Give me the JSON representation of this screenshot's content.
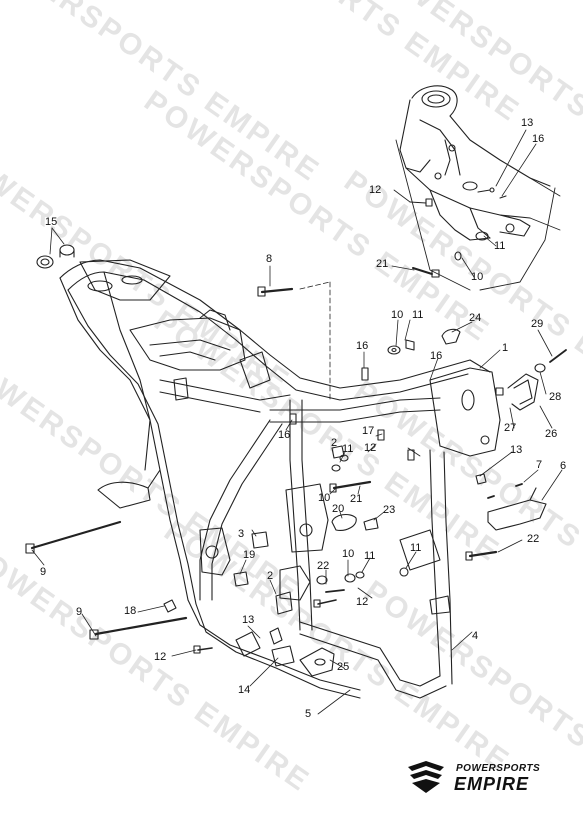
{
  "watermark": "POWERSPORTS EMPIRE",
  "brand": {
    "line1": "POWERSPORTS",
    "line2": "EMPIRE"
  },
  "callouts": [
    "1",
    "2",
    "3",
    "4",
    "5",
    "6",
    "7",
    "8",
    "9",
    "10",
    "11",
    "12",
    "13",
    "14",
    "15",
    "16",
    "17",
    "18",
    "19",
    "20",
    "21",
    "22",
    "23",
    "24",
    "25",
    "26",
    "27",
    "28",
    "29"
  ],
  "labels": {
    "n1": "1",
    "n2a": "2",
    "n2b": "2",
    "n3": "3",
    "n4": "4",
    "n5": "5",
    "n6": "6",
    "n7": "7",
    "n8": "8",
    "n9a": "9",
    "n9b": "9",
    "n10a": "10",
    "n10b": "10",
    "n10c": "10",
    "n10d": "10",
    "n11a": "11",
    "n11b": "11",
    "n11c": "11",
    "n11d": "11",
    "n11e": "11",
    "n12a": "12",
    "n12b": "12",
    "n12c": "12",
    "n12d": "12",
    "n13a": "13",
    "n13b": "13",
    "n13c": "13",
    "n14": "14",
    "n15": "15",
    "n16a": "16",
    "n16b": "16",
    "n16c": "16",
    "n16d": "16",
    "n17": "17",
    "n18": "18",
    "n19": "19",
    "n20": "20",
    "n21a": "21",
    "n21b": "21",
    "n22a": "22",
    "n22b": "22",
    "n23": "23",
    "n24": "24",
    "n25": "25",
    "n26": "26",
    "n27": "27",
    "n28": "28",
    "n29": "29"
  }
}
